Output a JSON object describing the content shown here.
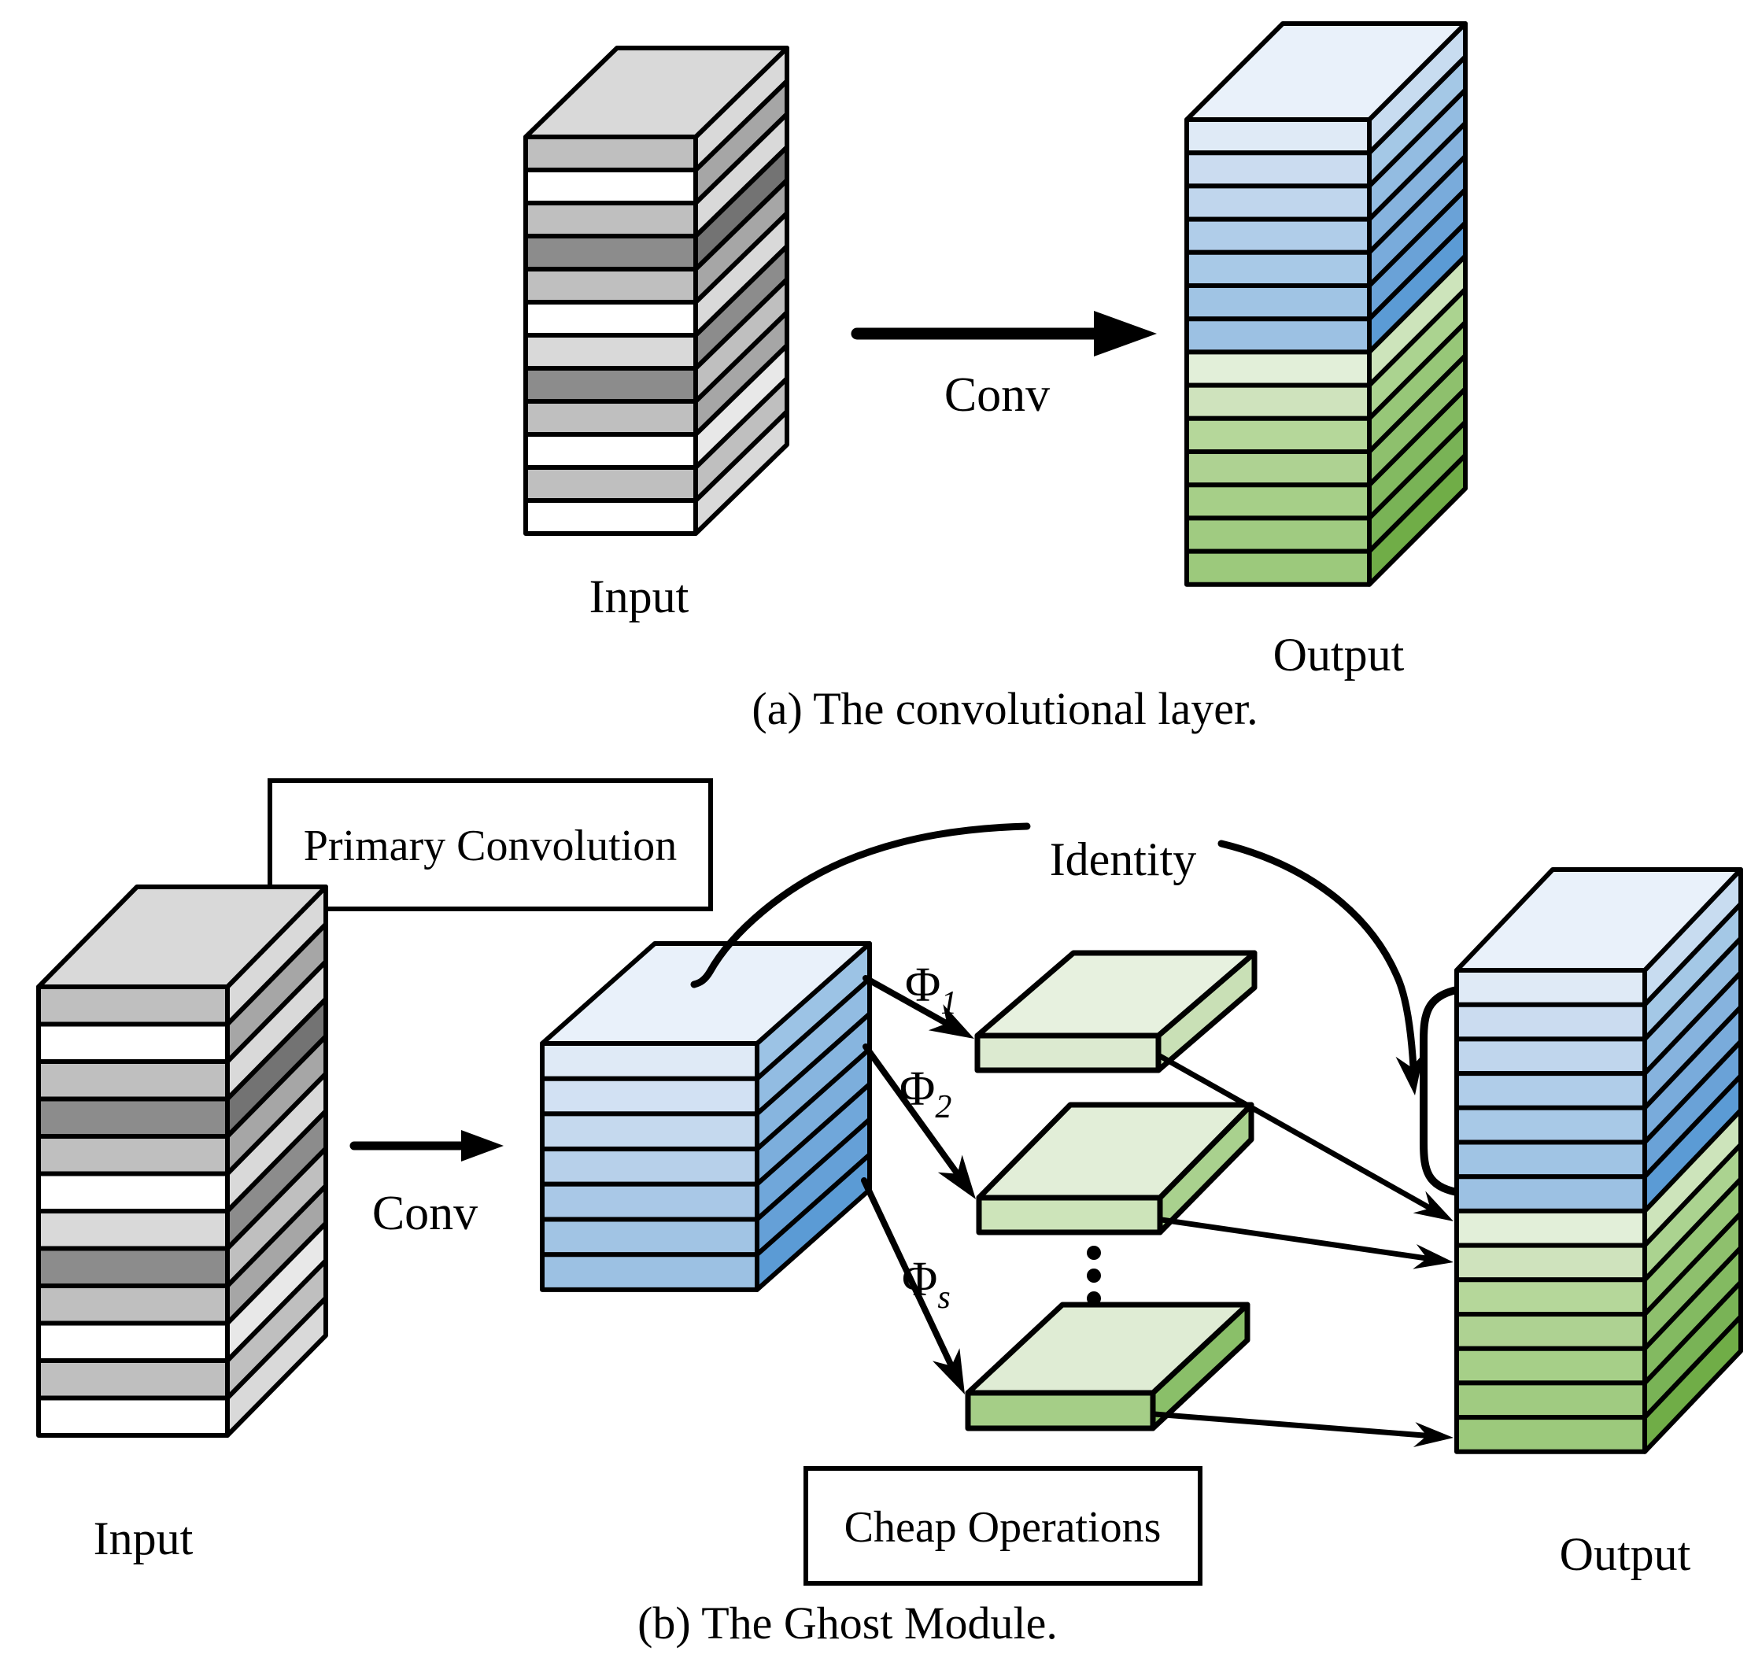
{
  "panel_a": {
    "caption": "(a) The convolutional layer.",
    "input_label": "Input",
    "output_label": "Output",
    "conv_arrow_label": "Conv"
  },
  "panel_b": {
    "caption": "(b) The Ghost Module.",
    "input_label": "Input",
    "output_label": "Output",
    "conv_arrow_label": "Conv",
    "primary_convolution_box_label": "Primary Convolution",
    "cheap_operations_box_label": "Cheap Operations",
    "identity_label": "Identity",
    "phi_operations": [
      {
        "symbol": "Φ",
        "subscript": "1"
      },
      {
        "symbol": "Φ",
        "subscript": "2"
      },
      {
        "symbol": "Φ",
        "subscript": "s"
      }
    ]
  },
  "colors": {
    "outline": "#000000",
    "background": "#ffffff",
    "blue_accent": "#5b9bd5",
    "green_accent": "#70ad47",
    "gray_accent": "#bfbfbf"
  },
  "tensors": {
    "input_a": {
      "top": "#d9d9d9",
      "front": [
        "#bfbfbf",
        "#ffffff",
        "#bfbfbf",
        "#8c8c8c",
        "#bfbfbf",
        "#ffffff",
        "#d9d9d9",
        "#8c8c8c",
        "#bfbfbf",
        "#ffffff",
        "#bfbfbf",
        "#ffffff"
      ],
      "side": [
        "#d9d9d9",
        "#a6a6a6",
        "#d9d9d9",
        "#737373",
        "#a6a6a6",
        "#d9d9d9",
        "#8c8c8c",
        "#bfbfbf",
        "#a6a6a6",
        "#e8e8e8",
        "#bfbfbf",
        "#d9d9d9"
      ]
    },
    "output_a": {
      "top": "#e9f1fa",
      "front": [
        "#dfeaf6",
        "#cbdcf0",
        "#c0d6ed",
        "#b0cde9",
        "#a8c9e7",
        "#a0c4e4",
        "#9cc1e3",
        "#e2efd9",
        "#cfe3bd",
        "#b5d79a",
        "#aed292",
        "#a6cf88",
        "#a0cb81",
        "#9cc97c"
      ],
      "side": [
        "#c8dcf0",
        "#a4c8e6",
        "#93bce1",
        "#86b3de",
        "#79abdb",
        "#6aa2d7",
        "#5b9bd5",
        "#cde4bb",
        "#abd390",
        "#97c778",
        "#8ec06d",
        "#83ba61",
        "#79b356",
        "#70ad47"
      ]
    },
    "input_b": {
      "top": "#d9d9d9",
      "front": [
        "#bfbfbf",
        "#ffffff",
        "#bfbfbf",
        "#8c8c8c",
        "#bfbfbf",
        "#ffffff",
        "#d9d9d9",
        "#8c8c8c",
        "#bfbfbf",
        "#ffffff",
        "#bfbfbf",
        "#ffffff"
      ],
      "side": [
        "#d9d9d9",
        "#a6a6a6",
        "#d9d9d9",
        "#737373",
        "#a6a6a6",
        "#d9d9d9",
        "#8c8c8c",
        "#bfbfbf",
        "#a6a6a6",
        "#e8e8e8",
        "#bfbfbf",
        "#d9d9d9"
      ]
    },
    "primary_b": {
      "top": "#e9f1fa",
      "front": [
        "#dfeaf6",
        "#d2e1f3",
        "#c5d9ee",
        "#b7d0ea",
        "#a9c8e7",
        "#a1c4e4",
        "#9cc1e3"
      ],
      "side": [
        "#9cc3e5",
        "#92bce2",
        "#87b5df",
        "#7caedc",
        "#70a7da",
        "#65a0d7",
        "#5b9bd5"
      ]
    },
    "output_b": {
      "top": "#e9f1fa",
      "front": [
        "#dfeaf6",
        "#cbdcf0",
        "#c0d6ed",
        "#b0cde9",
        "#a8c9e7",
        "#a0c4e4",
        "#9cc1e3",
        "#e2efd9",
        "#cfe3bd",
        "#b5d79a",
        "#aed292",
        "#a6cf88",
        "#a0cb81",
        "#9cc97c"
      ],
      "side": [
        "#c8dcf0",
        "#a4c8e6",
        "#93bce1",
        "#86b3de",
        "#79abdb",
        "#6aa2d7",
        "#5b9bd5",
        "#cde4bb",
        "#abd390",
        "#97c778",
        "#8ec06d",
        "#83ba61",
        "#79b356",
        "#70ad47"
      ]
    },
    "ghost_slabs": [
      {
        "top": "#e7f1df",
        "front": "#dcead0",
        "side": "#c9e0b6"
      },
      {
        "top": "#e2eed8",
        "front": "#cde4ba",
        "side": "#a9d18e"
      },
      {
        "top": "#dfecd4",
        "front": "#a5ce87",
        "side": "#8abf69"
      }
    ]
  }
}
